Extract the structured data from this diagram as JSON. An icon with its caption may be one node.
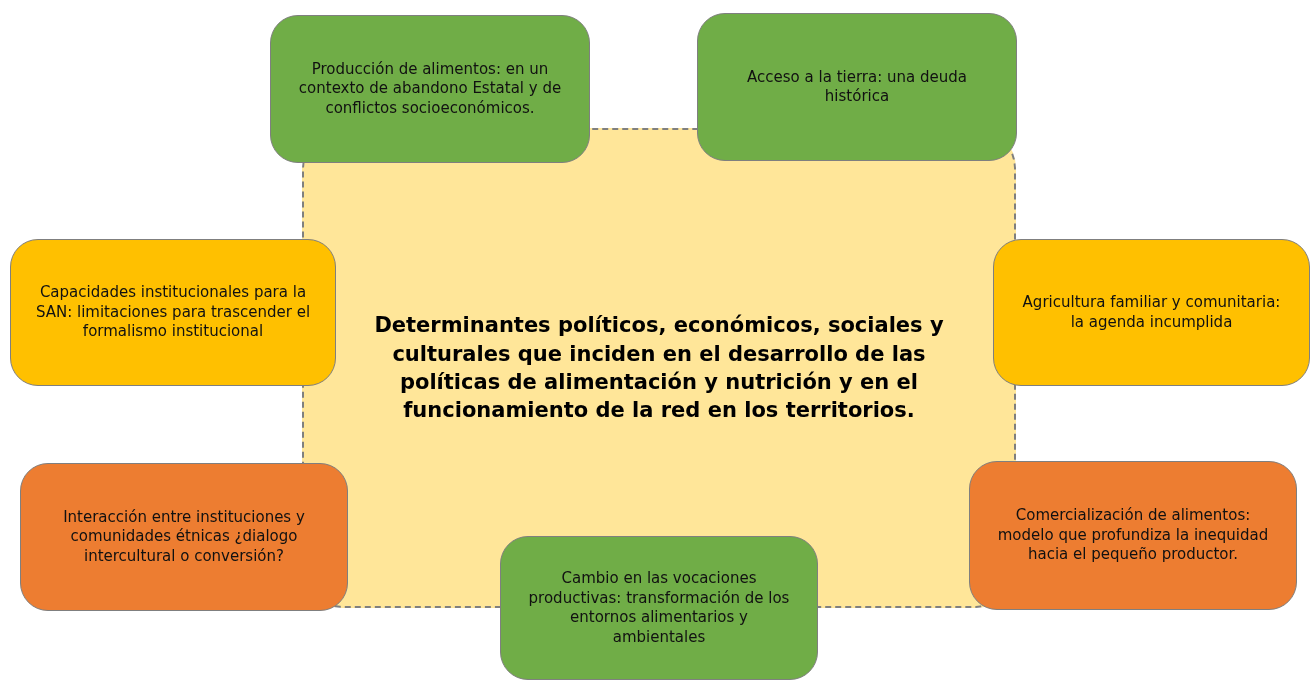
{
  "diagram": {
    "nodes": [
      {
        "text": [
          "Determinantes políticos, económicos, sociales y culturales que inciden en el desarrollo de las políticas de alimentación y nutrición y en el funcionamiento de la red en los territorios."
        ]
      },
      {
        "text": [
          "Producción de alimentos: en un contexto de abandono Estatal y de conflictos socioeconómicos."
        ]
      },
      {
        "text": [
          "Acceso a la tierra: una deuda histórica"
        ]
      },
      {
        "text": [
          "Capacidades institucionales para la SAN: limitaciones para trascender el formalismo institucional"
        ]
      },
      {
        "text": [
          "Agricultura familiar y comunitaria: la agenda incumplida"
        ]
      },
      {
        "text": [
          "Interacción entre instituciones y comunidades étnicas ¿dialogo intercultural o conversión?"
        ]
      },
      {
        "text": [
          "Comercialización de alimentos: modelo que profundiza la inequidad hacia el pequeño productor."
        ]
      },
      {
        "text": [
          "Cambio en las vocaciones productivas: transformación de los entornos alimentarios y ambientales"
        ]
      }
    ]
  }
}
